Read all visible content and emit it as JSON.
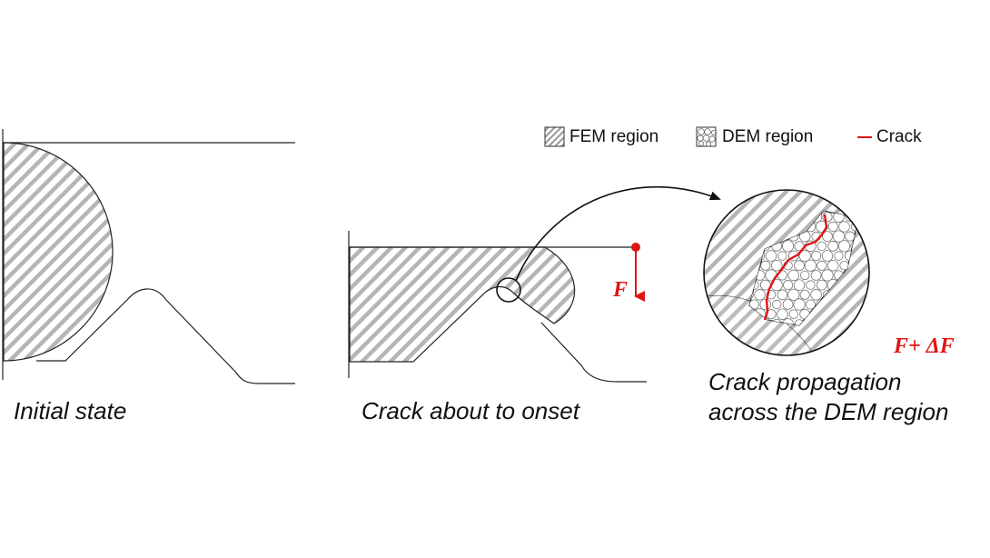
{
  "captions": {
    "initial": "Initial state",
    "onset": "Crack about to onset",
    "propagation_line1": "Crack propagation",
    "propagation_line2": "across the DEM region"
  },
  "legend": {
    "fem": "FEM region",
    "dem": "DEM region",
    "crack": "Crack"
  },
  "forces": {
    "f": "F",
    "f_plus_df": "F+ ΔF"
  },
  "colors": {
    "crack": "#e01414",
    "hatch": "#b5b5b5",
    "line": "#222222"
  }
}
